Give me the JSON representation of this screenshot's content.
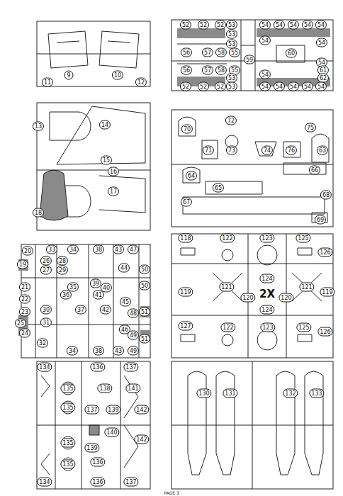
{
  "diagram": {
    "caption": "PAGE 3",
    "labels": [
      "9",
      "10",
      "11",
      "12",
      "52",
      "52",
      "52",
      "53",
      "54",
      "54",
      "54",
      "54",
      "54",
      "53",
      "53",
      "54",
      "54",
      "56",
      "57",
      "58",
      "55",
      "59",
      "60",
      "54",
      "56",
      "57",
      "58",
      "55",
      "61",
      "62",
      "53",
      "54",
      "52",
      "52",
      "52",
      "53",
      "54",
      "54",
      "54",
      "54",
      "54",
      "13",
      "14",
      "15",
      "16",
      "17",
      "18",
      "72",
      "70",
      "75",
      "71",
      "73",
      "74",
      "76",
      "63",
      "64",
      "66",
      "65",
      "67",
      "68",
      "69",
      "20",
      "33",
      "34",
      "38",
      "43",
      "47",
      "19",
      "26",
      "28",
      "27",
      "29",
      "50",
      "44",
      "35",
      "39",
      "40",
      "36",
      "41",
      "50",
      "21",
      "22",
      "37",
      "42",
      "30",
      "23",
      "45",
      "48",
      "25",
      "51",
      "31",
      "24",
      "46",
      "49",
      "51",
      "32",
      "34",
      "38",
      "43",
      "49",
      "118",
      "122",
      "123",
      "125",
      "126",
      "119",
      "121",
      "120",
      "124",
      "124",
      "120",
      "121",
      "119",
      "2X",
      "127",
      "122",
      "123",
      "125",
      "126",
      "134",
      "136",
      "137",
      "135",
      "138",
      "141",
      "135",
      "137",
      "139",
      "142",
      "139",
      "140",
      "135",
      "142",
      "136",
      "135",
      "134",
      "136",
      "137",
      "130",
      "131",
      "132",
      "133"
    ]
  }
}
